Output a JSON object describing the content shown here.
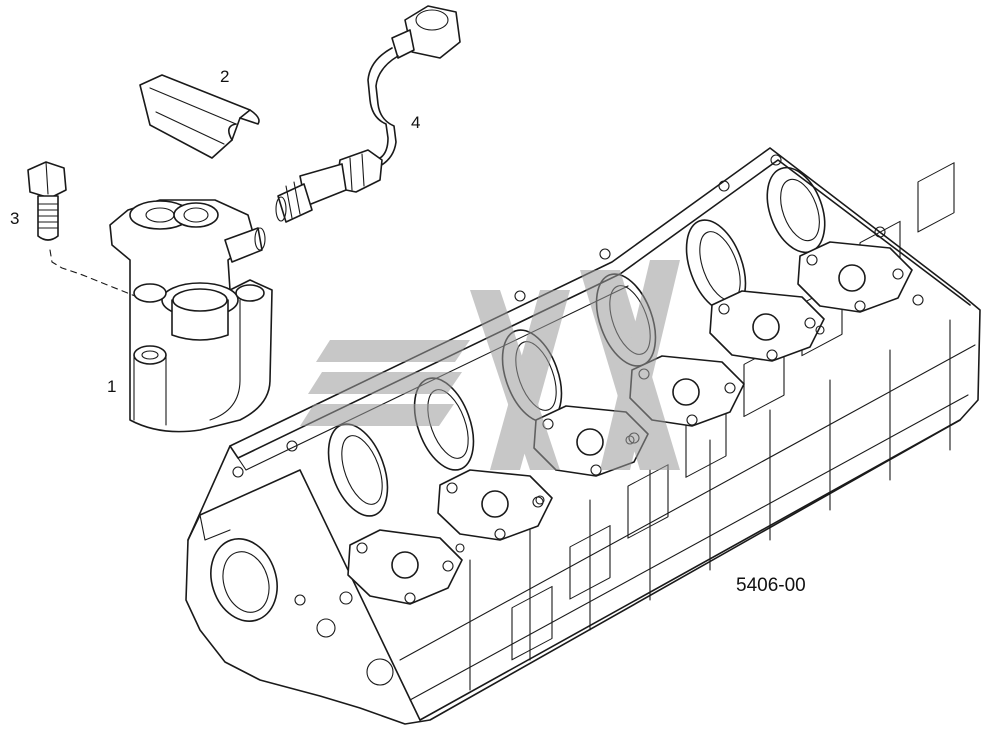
{
  "callouts": {
    "item1": "1",
    "item2": "2",
    "item3": "3",
    "item4": "4"
  },
  "diagram_code": "5406-00",
  "watermark_color": "#9a9a9a",
  "line_color": "#1a1a1a"
}
